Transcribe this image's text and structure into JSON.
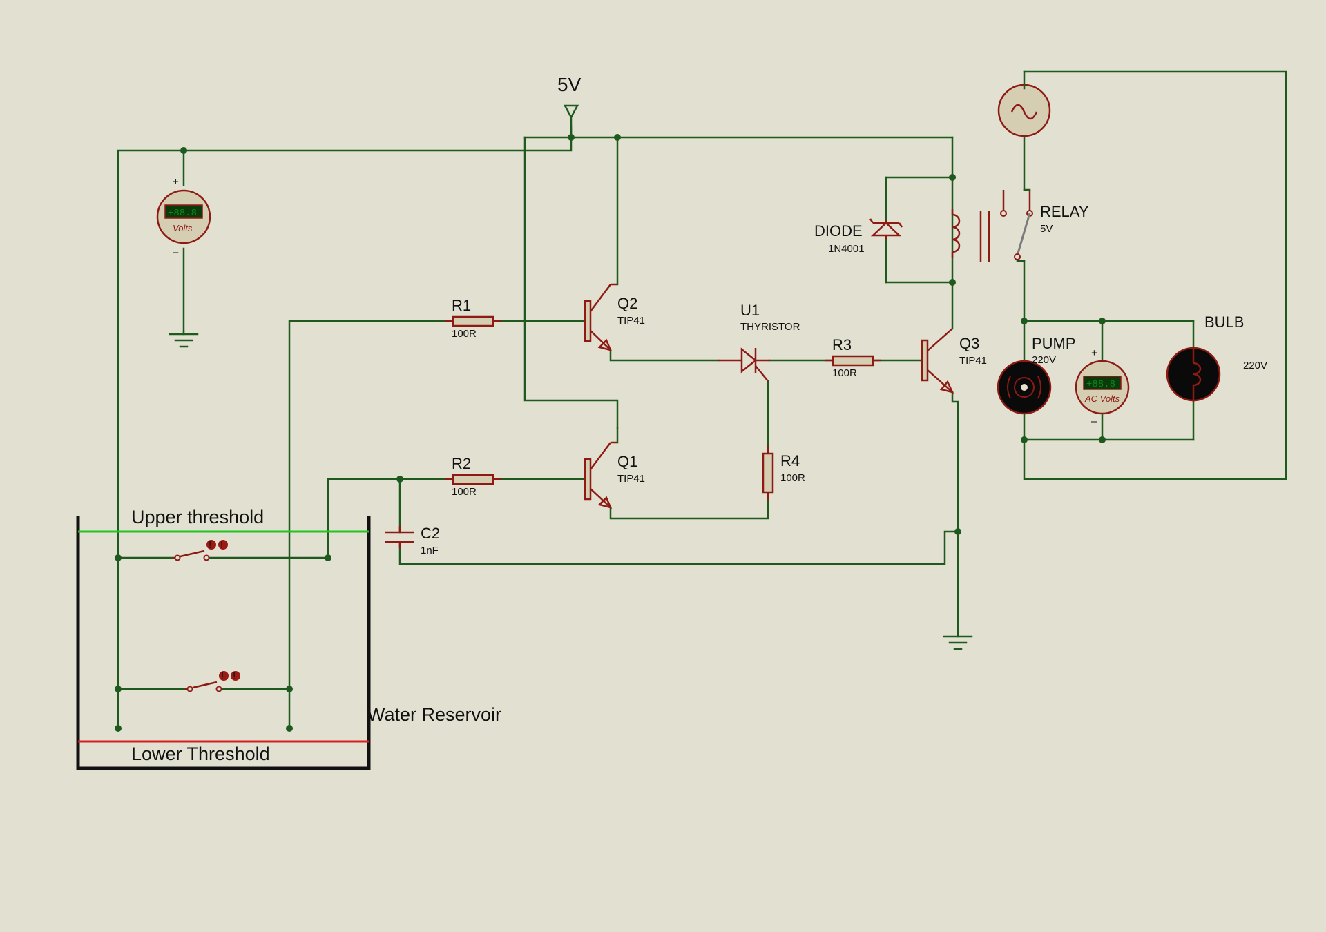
{
  "supply": {
    "label": "5V"
  },
  "reservoir": {
    "label": "Water Reservoir",
    "upper_label": "Upper threshold",
    "lower_label": "Lower Threshold"
  },
  "voltmeter_dc": {
    "reading": "+88.8",
    "unit": "Volts",
    "plus": "+",
    "minus": "–"
  },
  "voltmeter_ac": {
    "reading": "+88.8",
    "unit": "AC Volts",
    "plus": "+",
    "minus": "–"
  },
  "components": {
    "r1": {
      "ref": "R1",
      "value": "100R"
    },
    "r2": {
      "ref": "R2",
      "value": "100R"
    },
    "r3": {
      "ref": "R3",
      "value": "100R"
    },
    "r4": {
      "ref": "R4",
      "value": "100R"
    },
    "c2": {
      "ref": "C2",
      "value": "1nF"
    },
    "q1": {
      "ref": "Q1",
      "value": "TIP41"
    },
    "q2": {
      "ref": "Q2",
      "value": "TIP41"
    },
    "q3": {
      "ref": "Q3",
      "value": "TIP41"
    },
    "u1": {
      "ref": "U1",
      "value": "THYRISTOR"
    },
    "diode": {
      "ref": "DIODE",
      "value": "1N4001"
    },
    "relay": {
      "ref": "RELAY",
      "value": "5V"
    },
    "pump": {
      "ref": "PUMP",
      "value": "220V"
    },
    "bulb": {
      "ref": "BULB",
      "value": "220V"
    }
  },
  "colors": {
    "background": "#e1e0d1",
    "wire": "#1e5a1e",
    "component": "#8e1a14",
    "upper_line": "#22c422",
    "lower_line": "#d42020",
    "tank": "#111111"
  }
}
